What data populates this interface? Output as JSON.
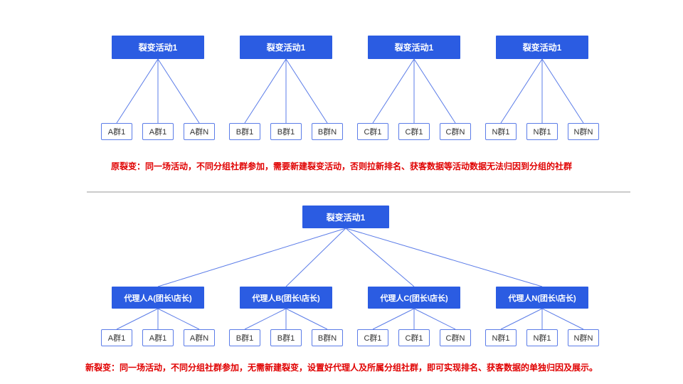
{
  "colors": {
    "node_blue": "#2b5ce2",
    "node_border_blue": "#5b7ce8",
    "connector_blue": "#5b7ce8",
    "annotation_red": "#e00000",
    "divider_gray": "#cccccc"
  },
  "top_section": {
    "groups": [
      {
        "parent": "裂变活动1",
        "leaves": [
          "A群1",
          "A群1",
          "A群N"
        ]
      },
      {
        "parent": "裂变活动1",
        "leaves": [
          "B群1",
          "B群1",
          "B群N"
        ]
      },
      {
        "parent": "裂变活动1",
        "leaves": [
          "C群1",
          "C群1",
          "C群N"
        ]
      },
      {
        "parent": "裂变活动1",
        "leaves": [
          "N群1",
          "N群1",
          "N群N"
        ]
      }
    ],
    "caption": "原裂变：同一场活动，不同分组社群参加，需要新建裂变活动，否则拉新排名、获客数据等活动数据无法归因到分组的社群"
  },
  "bottom_section": {
    "root": "裂变活动1",
    "groups": [
      {
        "parent": "代理人A(团长\\店长)",
        "leaves": [
          "A群1",
          "A群1",
          "A群N"
        ]
      },
      {
        "parent": "代理人B(团长\\店长)",
        "leaves": [
          "B群1",
          "B群1",
          "B群N"
        ]
      },
      {
        "parent": "代理人C(团长\\店长)",
        "leaves": [
          "C群1",
          "C群1",
          "C群N"
        ]
      },
      {
        "parent": "代理人N(团长\\店长)",
        "leaves": [
          "N群1",
          "N群1",
          "N群N"
        ]
      }
    ],
    "caption": "新裂变：同一场活动，不同分组社群参加，无需新建裂变，设置好代理人及所属分组社群，即可实现排名、获客数据的单独归因及展示。"
  }
}
